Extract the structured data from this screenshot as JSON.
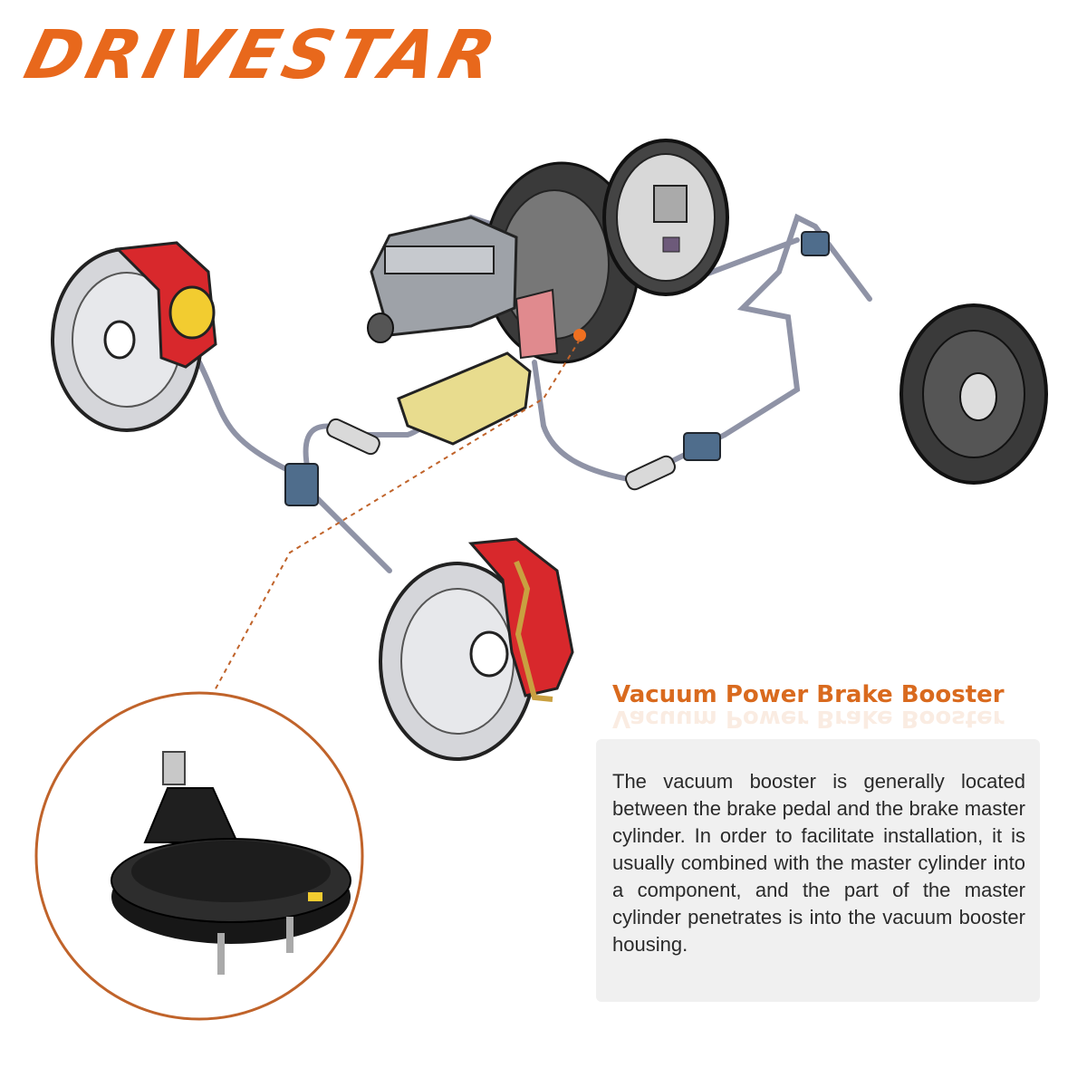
{
  "brand": {
    "name": "DRIVESTAR",
    "color": "#e8681c"
  },
  "feature": {
    "heading": "Vacuum Power Brake Booster",
    "description": "The vacuum booster is generally located between the brake pedal and the brake master cylinder. In order to facilitate installation, it is usually combined with the master cylinder into a component, and the part of the master cylinder penetrates is into the vacuum booster housing."
  },
  "colors": {
    "accent": "#d96a1e",
    "caliper_red": "#d8282c",
    "panel_bg": "#f0f0f0"
  },
  "illustration": {
    "subject": "brake-system-diagram",
    "callout": "booster-closeup"
  }
}
